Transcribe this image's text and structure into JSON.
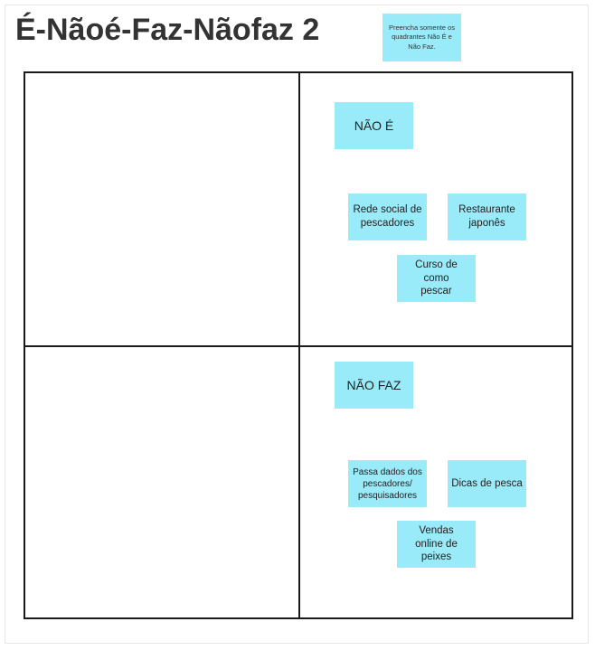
{
  "board": {
    "title": "É-Nãoé-Faz-Nãofaz 2",
    "instruction_note": "Preencha somente os quadrantes Não É e Não Faz."
  },
  "quadrants": {
    "nao_e": {
      "header": "NÃO É",
      "notes": [
        "Rede social de pescadores",
        "Restaurante japonês",
        "Curso de como pescar"
      ]
    },
    "nao_faz": {
      "header": "NÃO FAZ",
      "notes": [
        "Passa dados dos pescadores/ pesquisadores",
        "Dicas de pesca",
        "Vendas online de peixes"
      ]
    }
  },
  "colors": {
    "sticky_note": "#99ebf9",
    "grid_lines": "#1a1a1a",
    "title_text": "#333333"
  }
}
